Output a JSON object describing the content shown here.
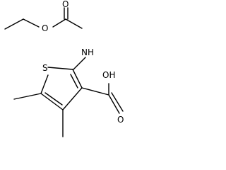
{
  "molecule": {
    "atoms": {
      "ester_oxygen_carbonyl": "O",
      "ester_oxygen_ether": "O",
      "amine": "NH",
      "ring_sulfur": "S",
      "acid_hydroxyl": "OH",
      "acid_oxygen_carbonyl": "O"
    },
    "colors": {
      "bond": "#000000",
      "label": "#000000",
      "background": "#ffffff"
    }
  }
}
